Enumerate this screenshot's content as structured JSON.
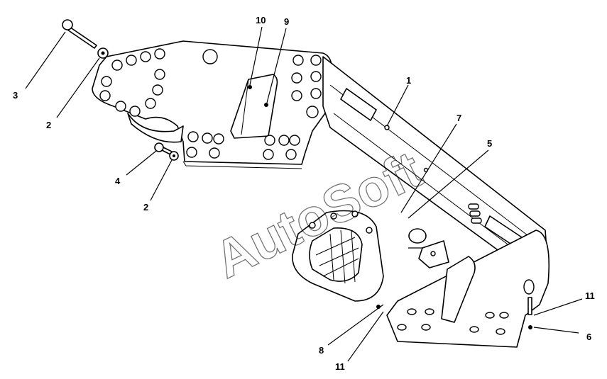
{
  "watermark": "AutoSoft",
  "callouts": [
    {
      "id": "c1",
      "label": "1"
    },
    {
      "id": "c2a",
      "label": "2"
    },
    {
      "id": "c2b",
      "label": "2"
    },
    {
      "id": "c3",
      "label": "3"
    },
    {
      "id": "c4",
      "label": "4"
    },
    {
      "id": "c5",
      "label": "5"
    },
    {
      "id": "c6",
      "label": "6"
    },
    {
      "id": "c7",
      "label": "7"
    },
    {
      "id": "c8",
      "label": "8"
    },
    {
      "id": "c9",
      "label": "9"
    },
    {
      "id": "c10",
      "label": "10"
    },
    {
      "id": "c11a",
      "label": "11"
    },
    {
      "id": "c11b",
      "label": "11"
    }
  ]
}
